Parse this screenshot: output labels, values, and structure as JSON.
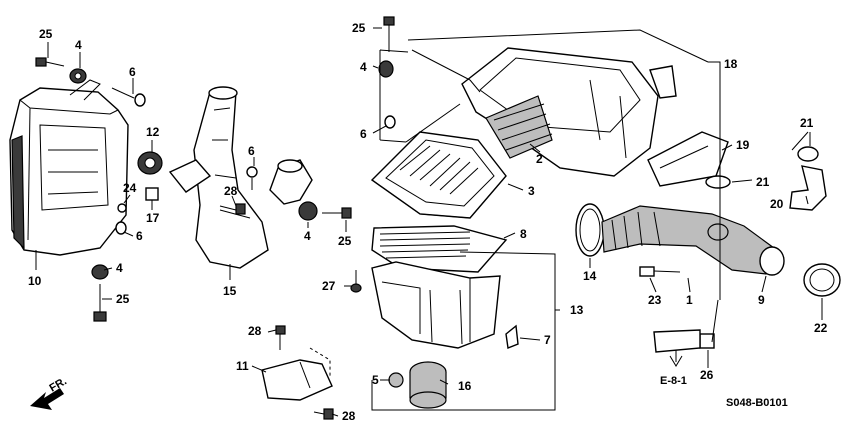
{
  "diagram": {
    "code": "S048-B0101",
    "reference": "E-8-1",
    "front_label": "FR.",
    "callouts": {
      "c1": "1",
      "c2": "2",
      "c3": "3",
      "c4a": "4",
      "c4b": "4",
      "c4c": "4",
      "c4d": "4",
      "c5": "5",
      "c6a": "6",
      "c6b": "6",
      "c6c": "6",
      "c6d": "6",
      "c7": "7",
      "c8": "8",
      "c9": "9",
      "c10": "10",
      "c11": "11",
      "c12": "12",
      "c13": "13",
      "c14": "14",
      "c15": "15",
      "c16": "16",
      "c17": "17",
      "c18": "18",
      "c19": "19",
      "c20": "20",
      "c21a": "21",
      "c21b": "21",
      "c22": "22",
      "c23": "23",
      "c24": "24",
      "c25a": "25",
      "c25b": "25",
      "c25c": "25",
      "c25d": "25",
      "c26": "26",
      "c27": "27",
      "c28a": "28",
      "c28b": "28",
      "c28c": "28"
    }
  }
}
